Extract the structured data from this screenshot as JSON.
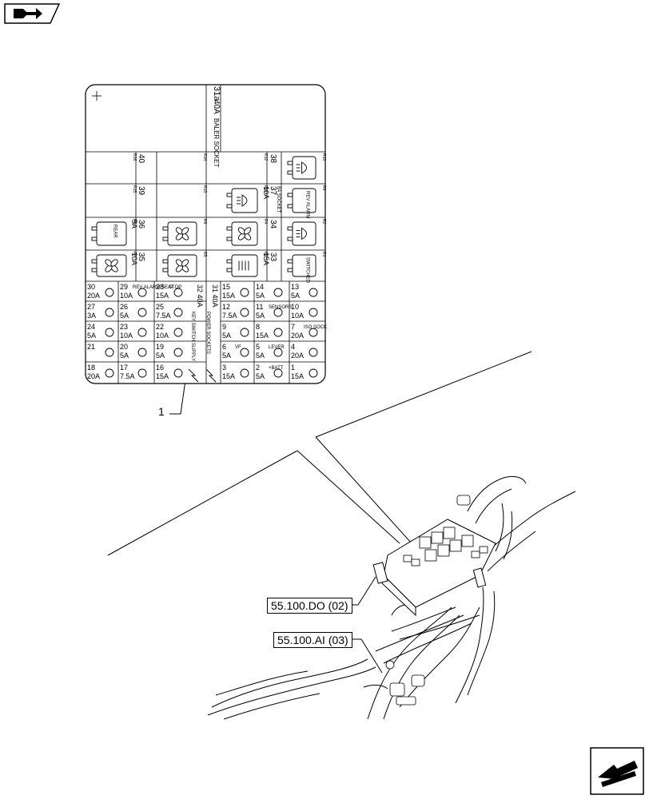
{
  "callout": {
    "item": "1"
  },
  "references": [
    {
      "code": "55.100.DO (02)"
    },
    {
      "code": "55.100.AI (03)"
    }
  ],
  "fuse_panel": {
    "top_slot": {
      "num": "31a",
      "rating": "40A",
      "label": "BALER SOCKET"
    },
    "relays": [
      {
        "id": "R10"
      },
      {
        "id": "R9",
        "label": "REV ALARM"
      },
      {
        "id": "R2"
      },
      {
        "id": "R1",
        "label": "SWITCHED"
      },
      {
        "id": "R12"
      },
      {
        "id": "R11"
      },
      {
        "id": "R4"
      },
      {
        "id": "R3"
      },
      {
        "id": "R14"
      },
      {
        "id": "R13"
      },
      {
        "id": "R6"
      },
      {
        "id": "R5"
      },
      {
        "id": "R16"
      },
      {
        "id": "R15"
      },
      {
        "id": "R8",
        "label": "REAR"
      },
      {
        "id": "R7"
      }
    ],
    "slots_upper": [
      {
        "num": "38"
      },
      {
        "num": "37",
        "rating": "10A",
        "label": "8A SOCKET"
      },
      {
        "num": "34"
      },
      {
        "num": "33",
        "rating": "15A"
      },
      {
        "num": "40"
      },
      {
        "num": "39"
      },
      {
        "num": "36",
        "rating": "5A"
      },
      {
        "num": "35",
        "rating": "10A"
      }
    ],
    "fuses": [
      {
        "num": "30",
        "rating": "20A"
      },
      {
        "num": "29",
        "rating": "10A",
        "label": "REV ALARM SEAT"
      },
      {
        "num": "28",
        "rating": "15A",
        "label": "STOP"
      },
      {
        "num": "27",
        "rating": "3A"
      },
      {
        "num": "26",
        "rating": "5A"
      },
      {
        "num": "25",
        "rating": "7.5A"
      },
      {
        "num": "24",
        "rating": "5A"
      },
      {
        "num": "23",
        "rating": "10A"
      },
      {
        "num": "22",
        "rating": "10A"
      },
      {
        "num": "21",
        "rating": ""
      },
      {
        "num": "20",
        "rating": "5A"
      },
      {
        "num": "19",
        "rating": "5A"
      },
      {
        "num": "18",
        "rating": "20A"
      },
      {
        "num": "17",
        "rating": "7.5A"
      },
      {
        "num": "16",
        "rating": "15A"
      },
      {
        "num": "15",
        "rating": "15A"
      },
      {
        "num": "14",
        "rating": "5A"
      },
      {
        "num": "13",
        "rating": "5A"
      },
      {
        "num": "12",
        "rating": "7.5A"
      },
      {
        "num": "11",
        "rating": "5A",
        "label": "SENSORS"
      },
      {
        "num": "10",
        "rating": "10A"
      },
      {
        "num": "9",
        "rating": "5A"
      },
      {
        "num": "8",
        "rating": "15A"
      },
      {
        "num": "7",
        "rating": "20A",
        "label": "ISO SOCK"
      },
      {
        "num": "6",
        "rating": "5A",
        "label": "VF"
      },
      {
        "num": "5",
        "rating": "5A",
        "label": "LEVER"
      },
      {
        "num": "4",
        "rating": "20A"
      },
      {
        "num": "3",
        "rating": "15A"
      },
      {
        "num": "2",
        "rating": "5A",
        "label": "+BATT"
      },
      {
        "num": "1",
        "rating": "15A"
      }
    ],
    "maxi_fuses": [
      {
        "num": "32",
        "rating": "40A",
        "label": "KEY SWITCH SUPPLY"
      },
      {
        "num": "31",
        "rating": "40A",
        "label": "POWER SOCKETS"
      }
    ]
  },
  "icons": {
    "top_left": "manual-book-arrow-icon",
    "bottom_right": "next-page-arrow-icon",
    "fan": "fan-icon",
    "lamp": "headlamp-icon",
    "bolt": "lightning-bolt-icon"
  }
}
